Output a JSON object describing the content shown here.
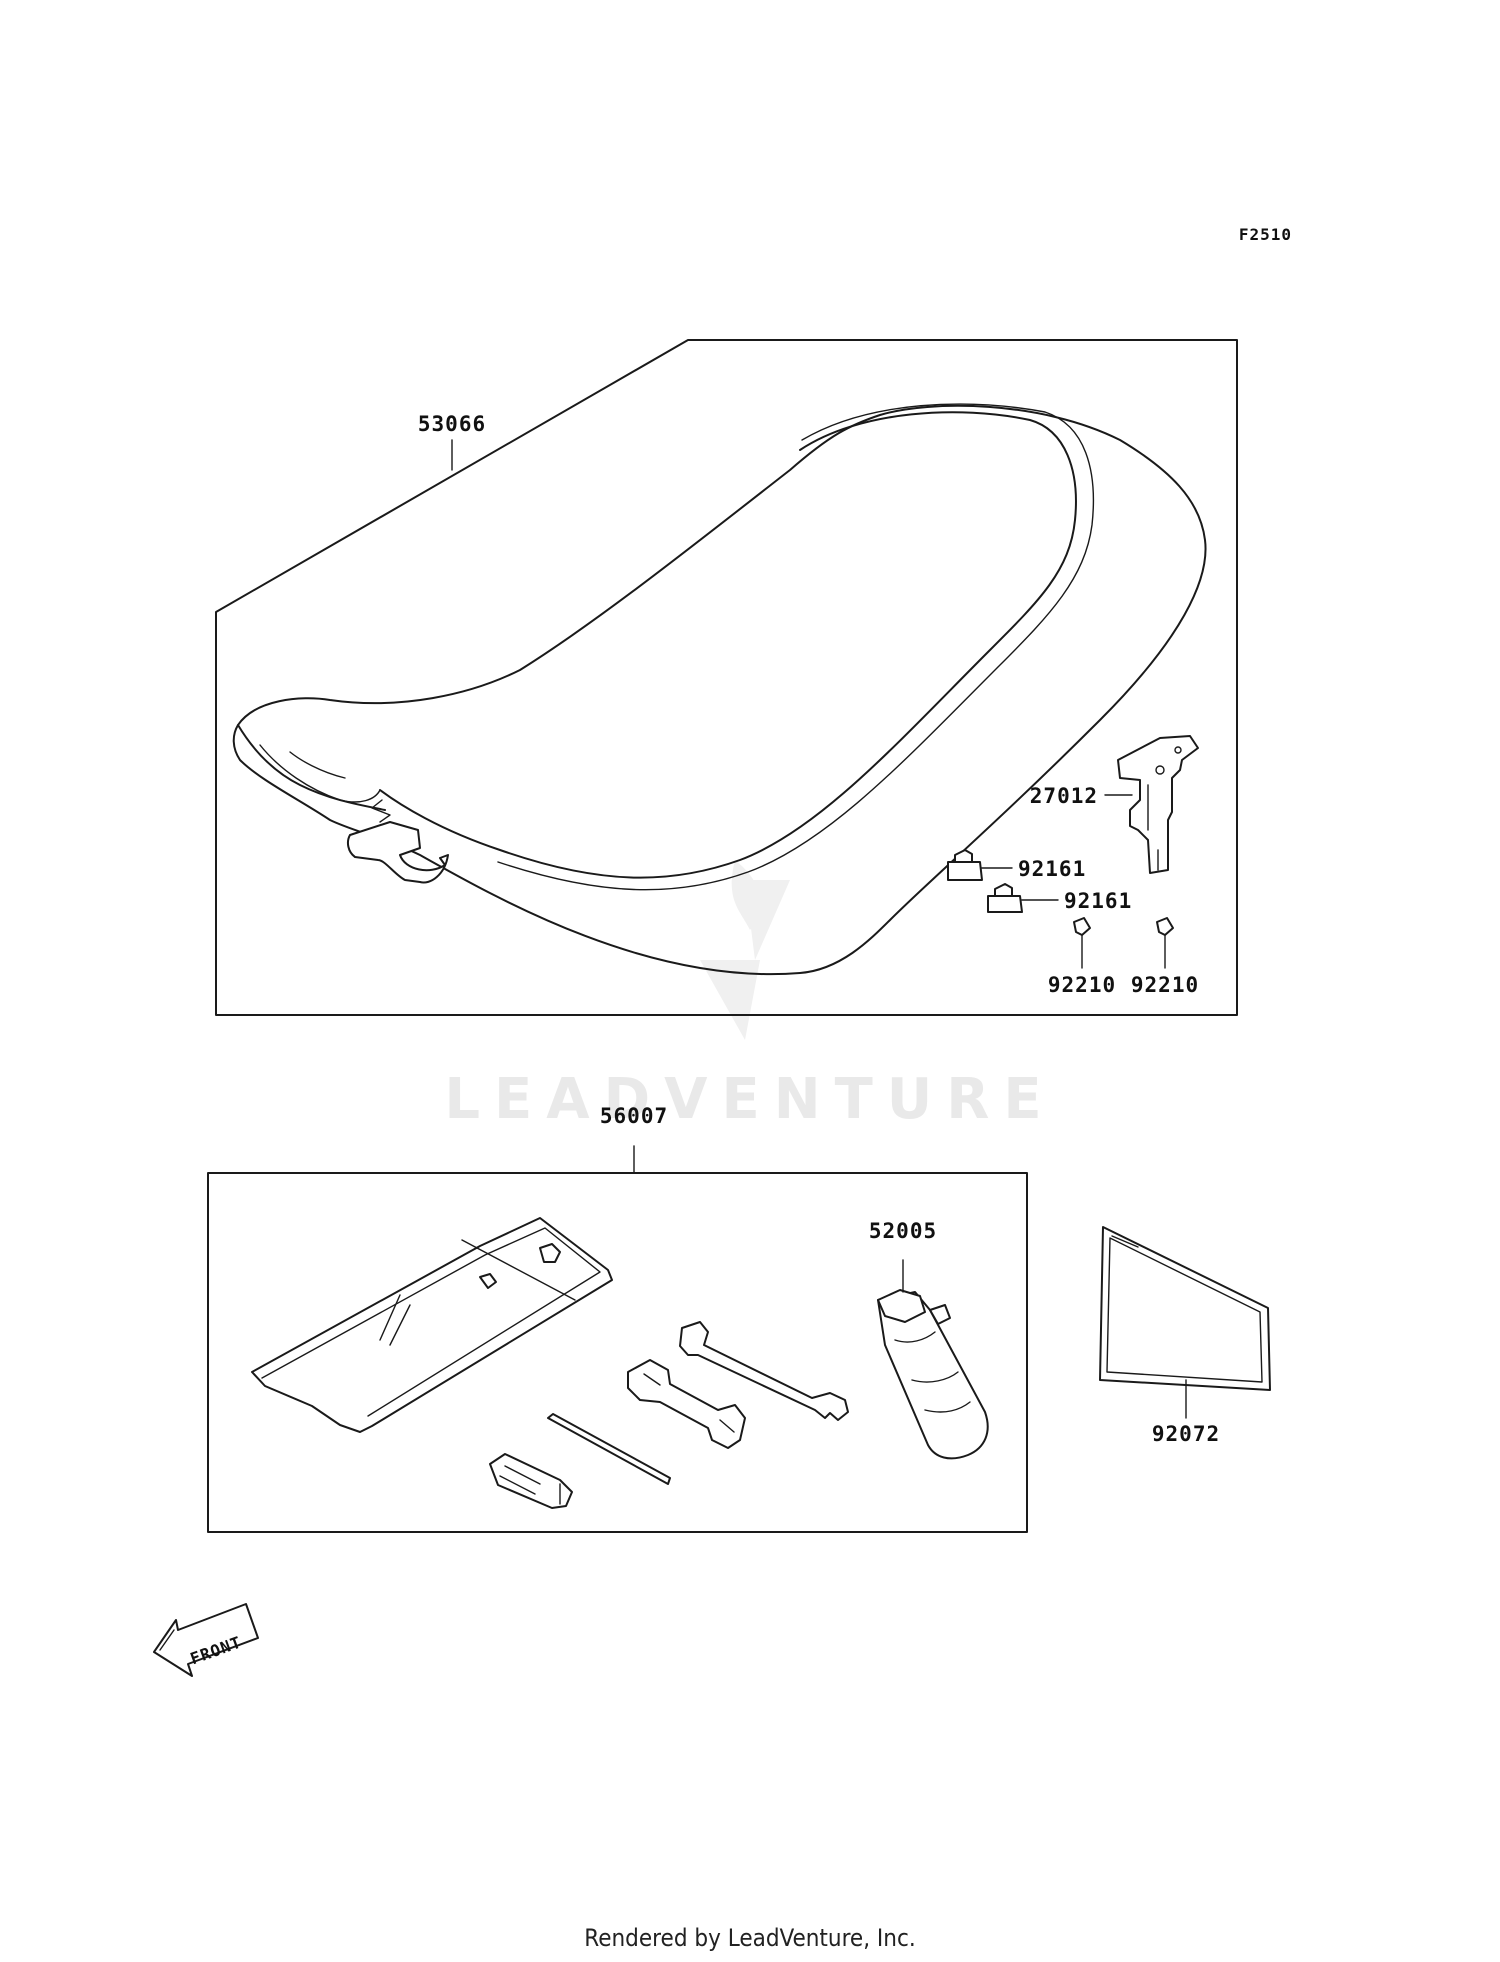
{
  "figure_code": "F2510",
  "watermark": "LEADVENTURE",
  "credit": "Rendered by LeadVenture, Inc.",
  "front_arrow_label": "FRONT",
  "callouts": {
    "seat": "53066",
    "bracket": "27012",
    "damper_a": "92161",
    "damper_b": "92161",
    "clip_a": "92210",
    "clip_b": "92210",
    "tool_kit": "56007",
    "plug_wrench": "52005",
    "manual": "92072"
  }
}
